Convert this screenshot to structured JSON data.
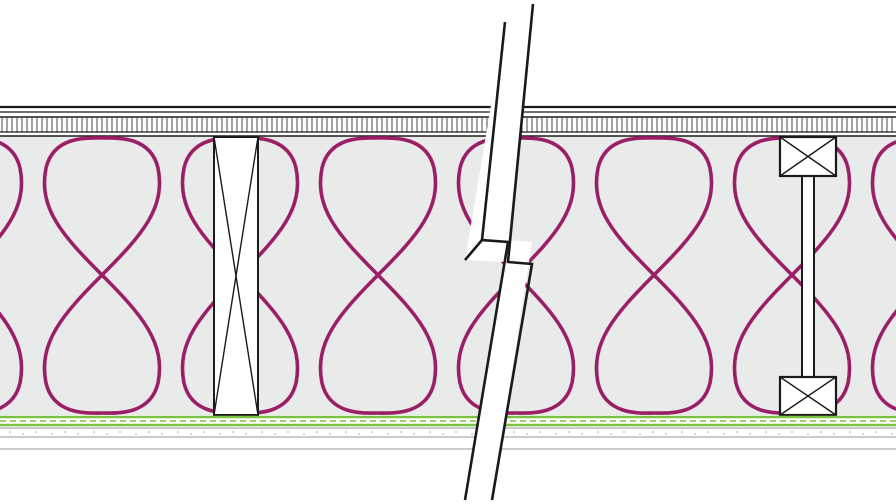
{
  "colors": {
    "insulation_fill": "#e9eaea",
    "insulation_curve": "#9b1f66",
    "membrane_green": "#7ac143",
    "line_dark": "#1a1a1a",
    "line_gray": "#9a9a9a",
    "background": "#ffffff"
  },
  "layers": [
    "top-board",
    "batten-layer",
    "mineral-wool-insulation",
    "solid-timber-stud",
    "i-joist",
    "vapour-control-membrane",
    "interior-lining"
  ],
  "break_symbol": "section-break-line"
}
